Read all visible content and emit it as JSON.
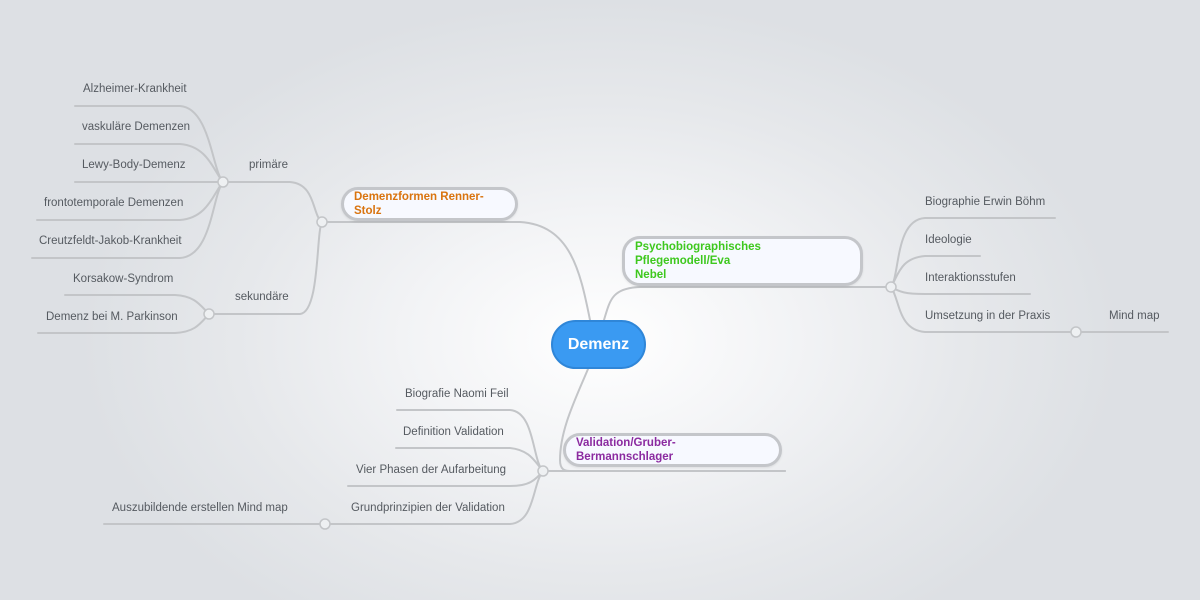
{
  "mindmap": {
    "central": {
      "label": "Demenz",
      "color": "#3a9af2"
    },
    "branches": [
      {
        "label": "Demenzformen Renner-Stolz",
        "color": "#d9740f",
        "children": [
          {
            "label": "primäre",
            "children": [
              {
                "label": "Alzheimer-Krankheit"
              },
              {
                "label": "vaskuläre Demenzen"
              },
              {
                "label": "Lewy-Body-Demenz"
              },
              {
                "label": "frontotemporale Demenzen"
              },
              {
                "label": "Creutzfeldt-Jakob-Krankheit"
              }
            ]
          },
          {
            "label": "sekundäre",
            "children": [
              {
                "label": "Korsakow-Syndrom"
              },
              {
                "label": "Demenz bei M. Parkinson"
              }
            ]
          }
        ]
      },
      {
        "label": "Psychobiographisches Pflegemodell/Eva Nebel",
        "label_line1": "Psychobiographisches Pflegemodell/Eva",
        "label_line2": "Nebel",
        "color": "#3ec81e",
        "children": [
          {
            "label": "Biographie Erwin Böhm"
          },
          {
            "label": "Ideologie"
          },
          {
            "label": "Interaktionsstufen"
          },
          {
            "label": "Umsetzung in der Praxis",
            "children": [
              {
                "label": "Mind map"
              }
            ]
          }
        ]
      },
      {
        "label": "Validation/Gruber-Bermannschlager",
        "color": "#8b2aa0",
        "children": [
          {
            "label": "Biografie Naomi Feil"
          },
          {
            "label": "Definition Validation"
          },
          {
            "label": "Vier Phasen der Aufarbeitung"
          },
          {
            "label": "Grundprinzipien der Validation",
            "children": [
              {
                "label": "Auszubildende erstellen Mind map"
              }
            ]
          }
        ]
      }
    ],
    "line_color": "#c3c5c8"
  }
}
